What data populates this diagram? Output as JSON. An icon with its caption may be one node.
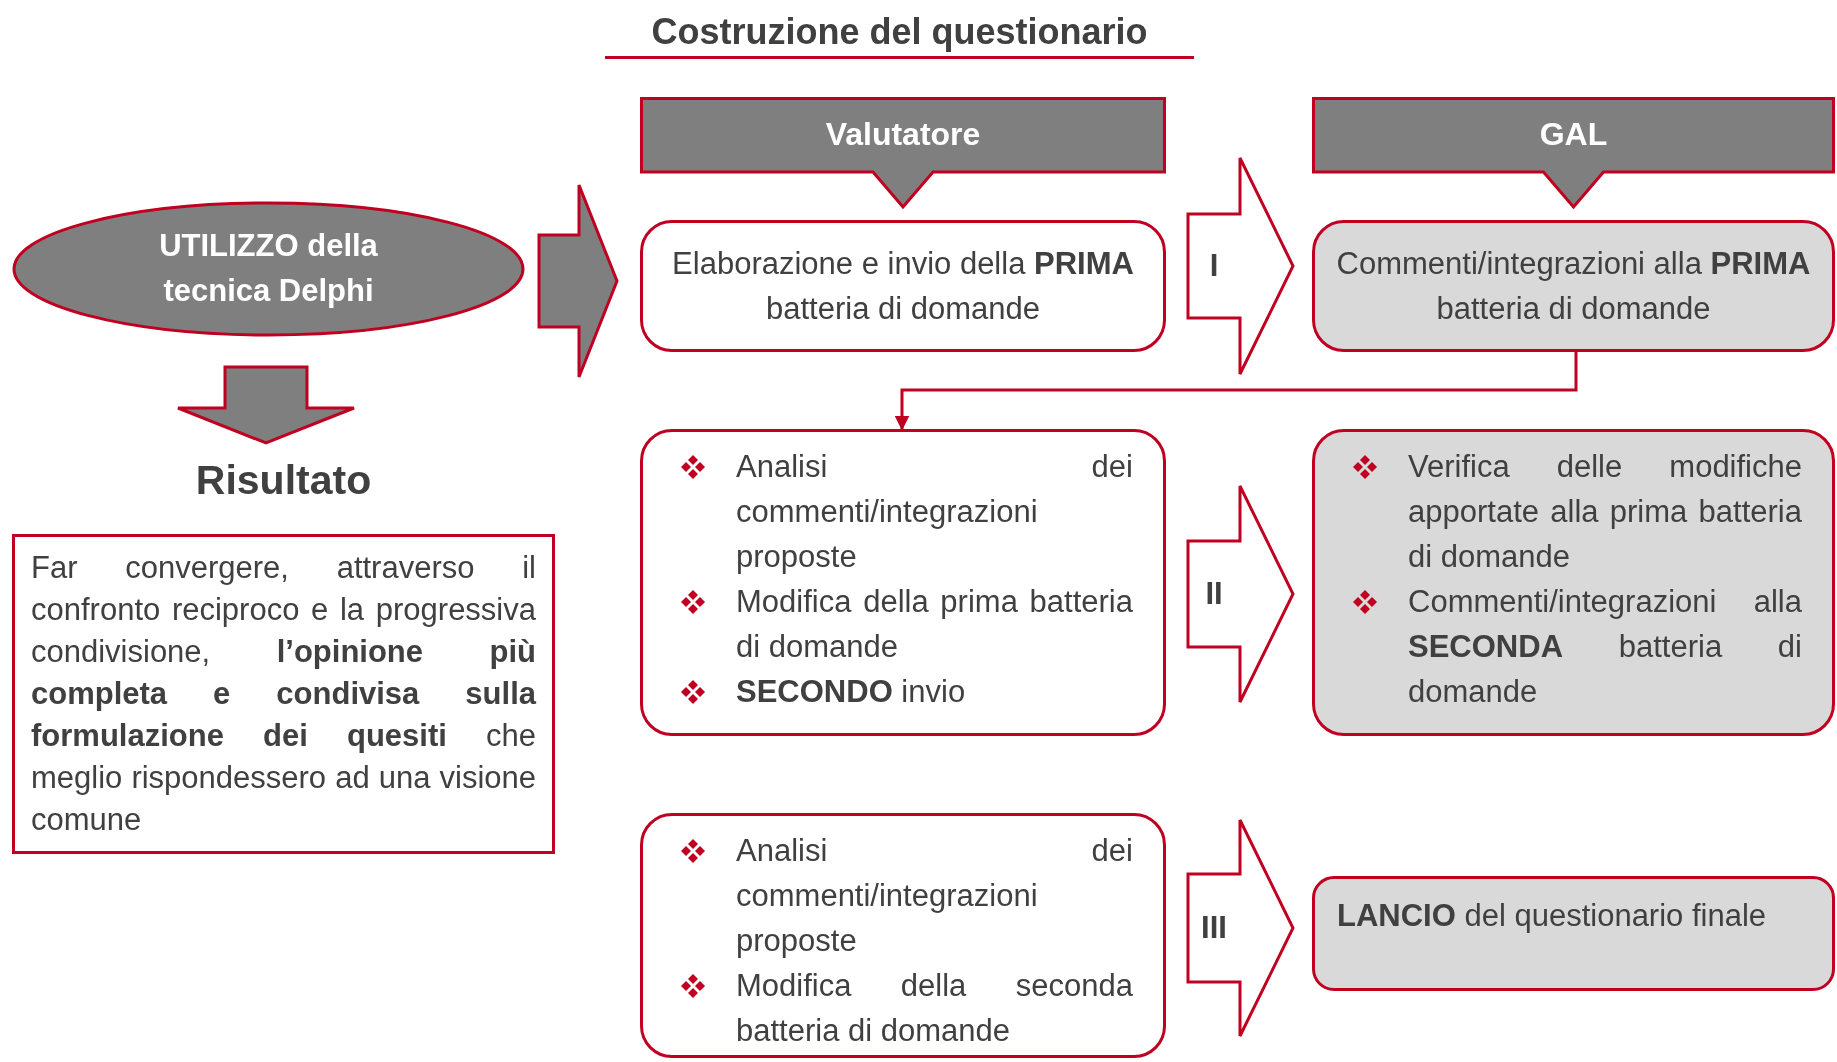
{
  "diagram": {
    "title": "Costruzione del questionario",
    "nodes": [
      {
        "text": [
          "UTILIZZO della tecnica Delphi"
        ]
      },
      {
        "text": [
          "Risultato",
          "Far convergere, attraverso il confronto reciproco e la progressiva condivisione, **l’opinione più completa e condivisa sulla formulazione dei quesiti** che meglio rispondessero ad una visione comune"
        ]
      },
      {
        "text": [
          "Valutatore"
        ]
      },
      {
        "text": [
          "GAL"
        ]
      },
      {
        "text": [
          "Elaborazione e invio della **PRIMA** batteria di domande"
        ]
      },
      {
        "text": [
          "Commenti/integrazioni alla **PRIMA** batteria di domande"
        ]
      },
      {
        "text": [
          "Analisi dei commenti/integrazioni proposte",
          "Modifica della prima batteria di domande",
          "**SECONDO** invio"
        ]
      },
      {
        "text": [
          "Verifica delle modifiche apportate alla prima batteria di domande",
          "Commenti/integrazioni alla **SECONDA** batteria di domande"
        ]
      },
      {
        "text": [
          "Analisi dei commenti/integrazioni proposte",
          "Modifica della seconda batteria di domande"
        ]
      },
      {
        "text": [
          "**LANCIO** del questionario finale"
        ]
      }
    ],
    "edges": [
      {
        "from": 0,
        "to": 4,
        "arrow": "to"
      },
      {
        "from": 0,
        "to": 1,
        "arrow": "to"
      },
      {
        "from": 4,
        "to": 5,
        "arrow": "to",
        "label": "I"
      },
      {
        "from": 5,
        "to": 6,
        "arrow": "to"
      },
      {
        "from": 6,
        "to": 7,
        "arrow": "to",
        "label": "II"
      },
      {
        "from": 8,
        "to": 9,
        "arrow": "to",
        "label": "III"
      }
    ]
  }
}
